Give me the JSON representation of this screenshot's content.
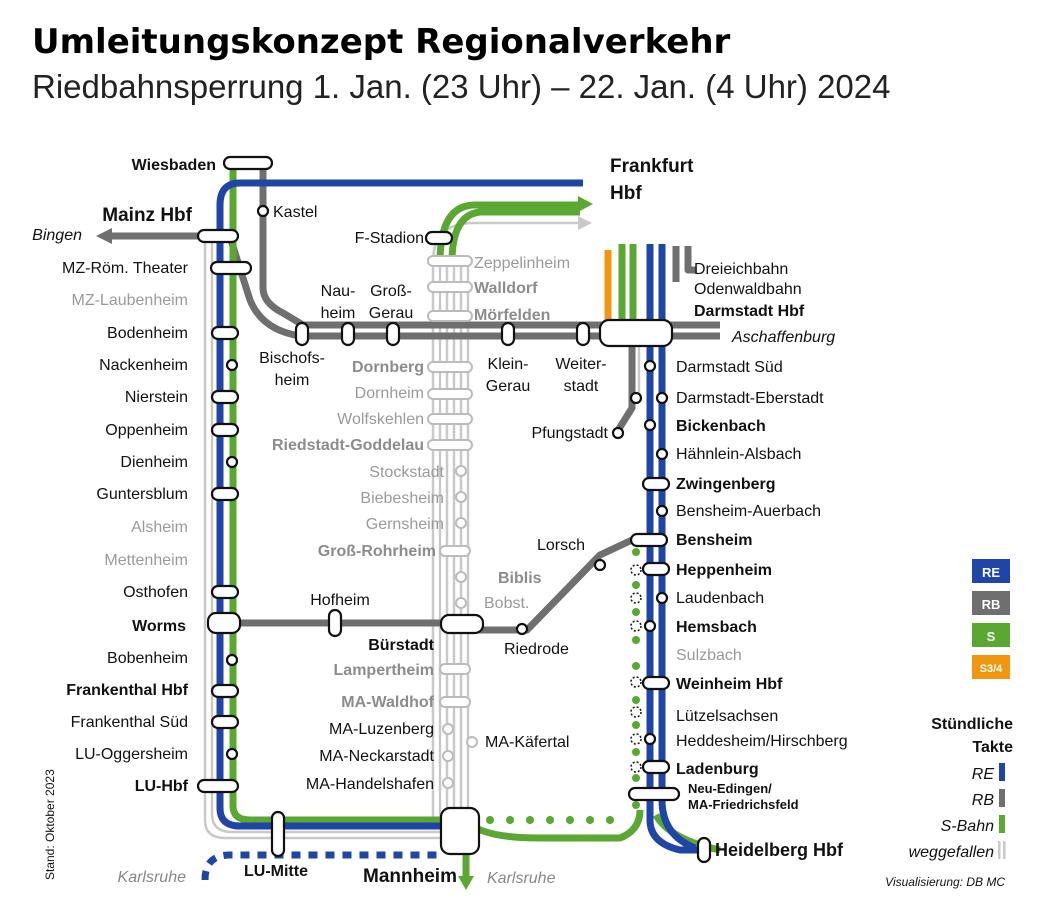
{
  "title": "Umleitungskonzept Regionalverkehr",
  "subtitle": "Riedbahnsperrung 1. Jan. (23 Uhr) – 22. Jan. (4 Uhr) 2024",
  "colors": {
    "RE": "#1f45a6",
    "RB": "#6f6f6f",
    "S": "#5aa832",
    "S34": "#f0960f",
    "cancelled": "#c9c9c9"
  },
  "labels": {
    "wiesbaden": "Wiesbaden",
    "kastel": "Kastel",
    "mainz": "Mainz Hbf",
    "bingen": "Bingen",
    "mz_roem": "MZ-Röm. Theater",
    "mz_laub": "MZ-Laubenheim",
    "bodenheim": "Bodenheim",
    "nackenheim": "Nackenheim",
    "nierstein": "Nierstein",
    "oppenheim": "Oppenheim",
    "dienheim": "Dienheim",
    "guntersblum": "Guntersblum",
    "alsheim": "Alsheim",
    "mettenheim": "Mettenheim",
    "osthofen": "Osthofen",
    "worms": "Worms",
    "bobenheim": "Bobenheim",
    "frankenthal": "Frankenthal Hbf",
    "frankenthal_sued": "Frankenthal Süd",
    "oggersheim": "LU-Oggersheim",
    "lu_hbf": "LU-Hbf",
    "lu_mitte": "LU-Mitte",
    "karlsruhe_w": "Karlsruhe",
    "mannheim": "Mannheim",
    "karlsruhe_e": "Karlsruhe",
    "frankfurt_1": "Frankfurt",
    "frankfurt_2": "Hbf",
    "f_stadion": "F-Stadion",
    "zeppelinheim": "Zeppelinheim",
    "walldorf": "Walldorf",
    "moerfelden": "Mörfelden",
    "nau_1": "Nau-",
    "nau_2": "heim",
    "gg_1": "Groß-",
    "gg_2": "Gerau",
    "bischofs_1": "Bischofs-",
    "bischofs_2": "heim",
    "dornberg": "Dornberg",
    "dornheim": "Dornheim",
    "wolfskehlen": "Wolfskehlen",
    "riedstadt": "Riedstadt-Goddelau",
    "stockstadt": "Stockstadt",
    "biebesheim": "Biebesheim",
    "gernsheim": "Gernsheim",
    "gross_rohrheim": "Groß-Rohrheim",
    "biblis": "Biblis",
    "bobst": "Bobst.",
    "hofheim": "Hofheim",
    "buerstadt": "Bürstadt",
    "lampertheim": "Lampertheim",
    "waldhof": "MA-Waldhof",
    "luzenberg": "MA-Luzenberg",
    "neckarstadt": "MA-Neckarstadt",
    "handelshafen": "MA-Handelshafen",
    "kaefertal": "MA-Käfertal",
    "riedrode": "Riedrode",
    "lorsch": "Lorsch",
    "kleingerau_1": "Klein-",
    "kleingerau_2": "Gerau",
    "weiterstadt_1": "Weiter-",
    "weiterstadt_2": "stadt",
    "pfungstadt": "Pfungstadt",
    "dreieichbahn": "Dreieichbahn",
    "odenwaldbahn": "Odenwaldbahn",
    "darmstadt": "Darmstadt Hbf",
    "aschaffenburg": "Aschaffenburg",
    "da_sued": "Darmstadt Süd",
    "da_eberstadt": "Darmstadt-Eberstadt",
    "bickenbach": "Bickenbach",
    "haehnlein": "Hähnlein-Alsbach",
    "zwingenberg": "Zwingenberg",
    "bensheim_auerbach": "Bensheim-Auerbach",
    "bensheim": "Bensheim",
    "heppenheim": "Heppenheim",
    "laudenbach": "Laudenbach",
    "hemsbach": "Hemsbach",
    "sulzbach": "Sulzbach",
    "weinheim": "Weinheim Hbf",
    "luetzelsachsen": "Lützelsachsen",
    "heddesheim": "Heddesheim/Hirschberg",
    "ladenburg": "Ladenburg",
    "neu_edingen_1": "Neu-Edingen/",
    "neu_edingen_2": "MA-Friedrichsfeld",
    "heidelberg": "Heidelberg Hbf"
  },
  "legend": {
    "re": "RE",
    "rb": "RB",
    "s": "S",
    "s34": "S3/4",
    "takte_1": "Stündliche",
    "takte_2": "Takte",
    "l_re": "RE",
    "l_rb": "RB",
    "l_s": "S-Bahn",
    "l_cancel": "weggefallen"
  },
  "stand": "Stand: Oktober 2023",
  "credit": "Visualisierung: DB MC"
}
